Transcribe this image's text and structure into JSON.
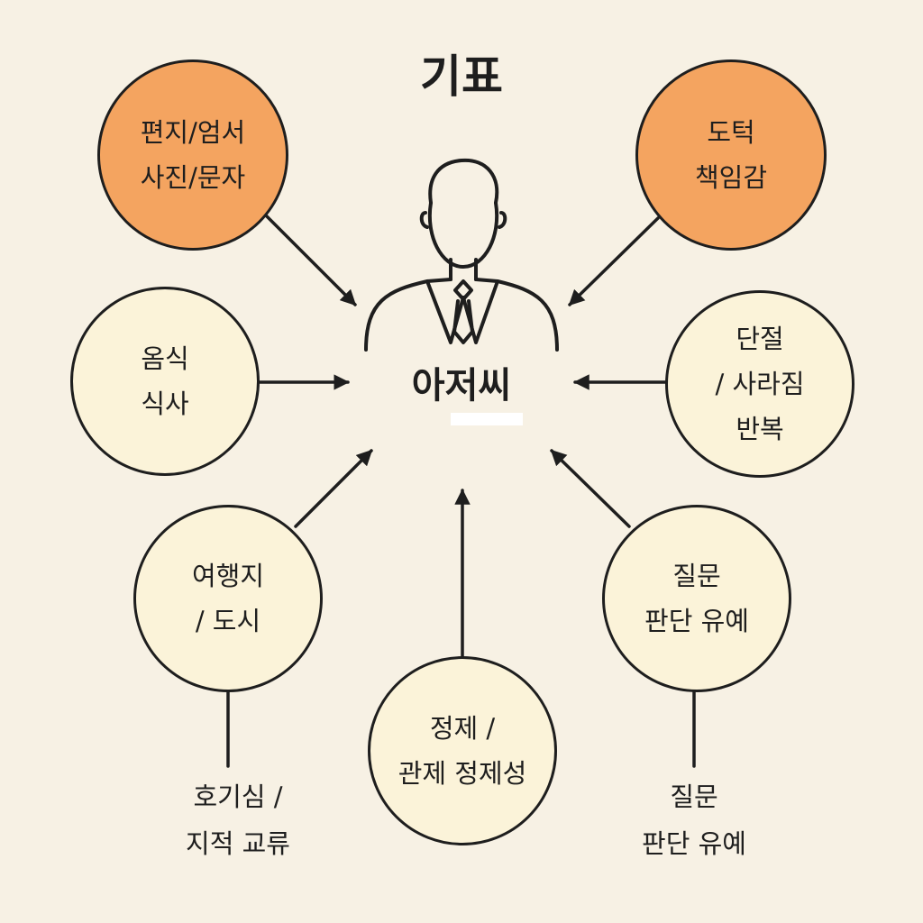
{
  "title": "기표",
  "center": {
    "label": "아저씨",
    "icon": "man-in-suit-icon"
  },
  "nodes": {
    "letters": {
      "lines": [
        "편지/엄서",
        "사진/문자"
      ],
      "fill": "#f4a460"
    },
    "moral": {
      "lines": [
        "도턱",
        "책임감"
      ],
      "fill": "#f4a460"
    },
    "food": {
      "lines": [
        "옴식",
        "식사"
      ],
      "fill": "#fbf3d9"
    },
    "breakup": {
      "lines": [
        "단절",
        "/ 사라짐",
        "반복"
      ],
      "fill": "#fbf3d9"
    },
    "travel": {
      "lines": [
        "여행지",
        "/ 도시"
      ],
      "fill": "#fbf3d9"
    },
    "question": {
      "lines": [
        "질문",
        "판단 유예"
      ],
      "fill": "#fbf3d9"
    },
    "identity": {
      "lines": [
        "정제 /",
        "관제 정제성"
      ],
      "fill": "#fbf3d9"
    }
  },
  "free_labels": {
    "curiosity": {
      "lines": [
        "호기심 /",
        "지적 교류"
      ]
    },
    "question2": {
      "lines": [
        "질문",
        "판단 유예"
      ]
    }
  },
  "colors": {
    "background": "#f7f1e4",
    "accent": "#f4a460",
    "node": "#fbf3d9",
    "stroke": "#1e1e1e"
  }
}
